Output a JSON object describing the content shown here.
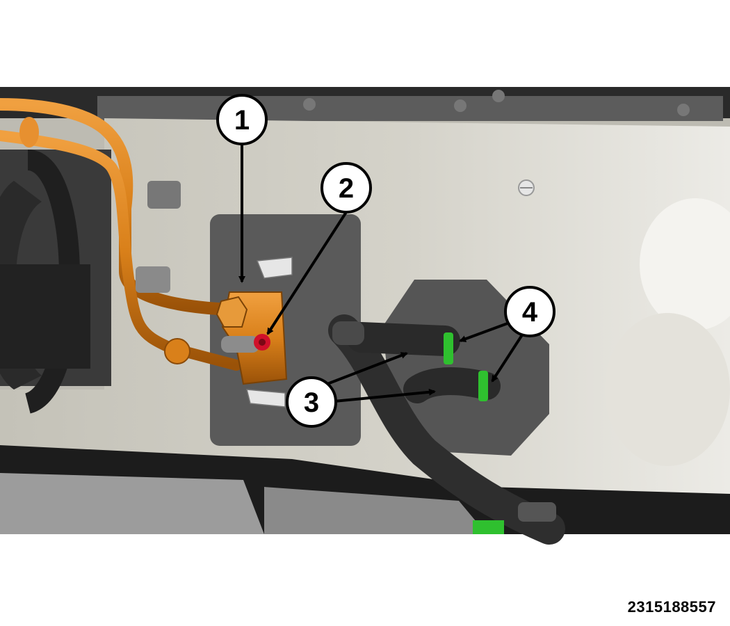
{
  "figure": {
    "id": "2315188557",
    "callouts": [
      {
        "number": "1",
        "part": "orange-refrigerant-block-fitting"
      },
      {
        "number": "2",
        "part": "red-fastener"
      },
      {
        "number": "3",
        "part": "heater-hoses"
      },
      {
        "number": "4",
        "part": "green-hose-clips"
      }
    ]
  },
  "colors": {
    "refrigerant_line": "#d9801a",
    "fastener": "#d0102a",
    "hose_clip": "#2fc02f",
    "hose": "#2e2e2e",
    "panel": "#cfcdc3",
    "seal_plate": "#5a5a5a"
  }
}
